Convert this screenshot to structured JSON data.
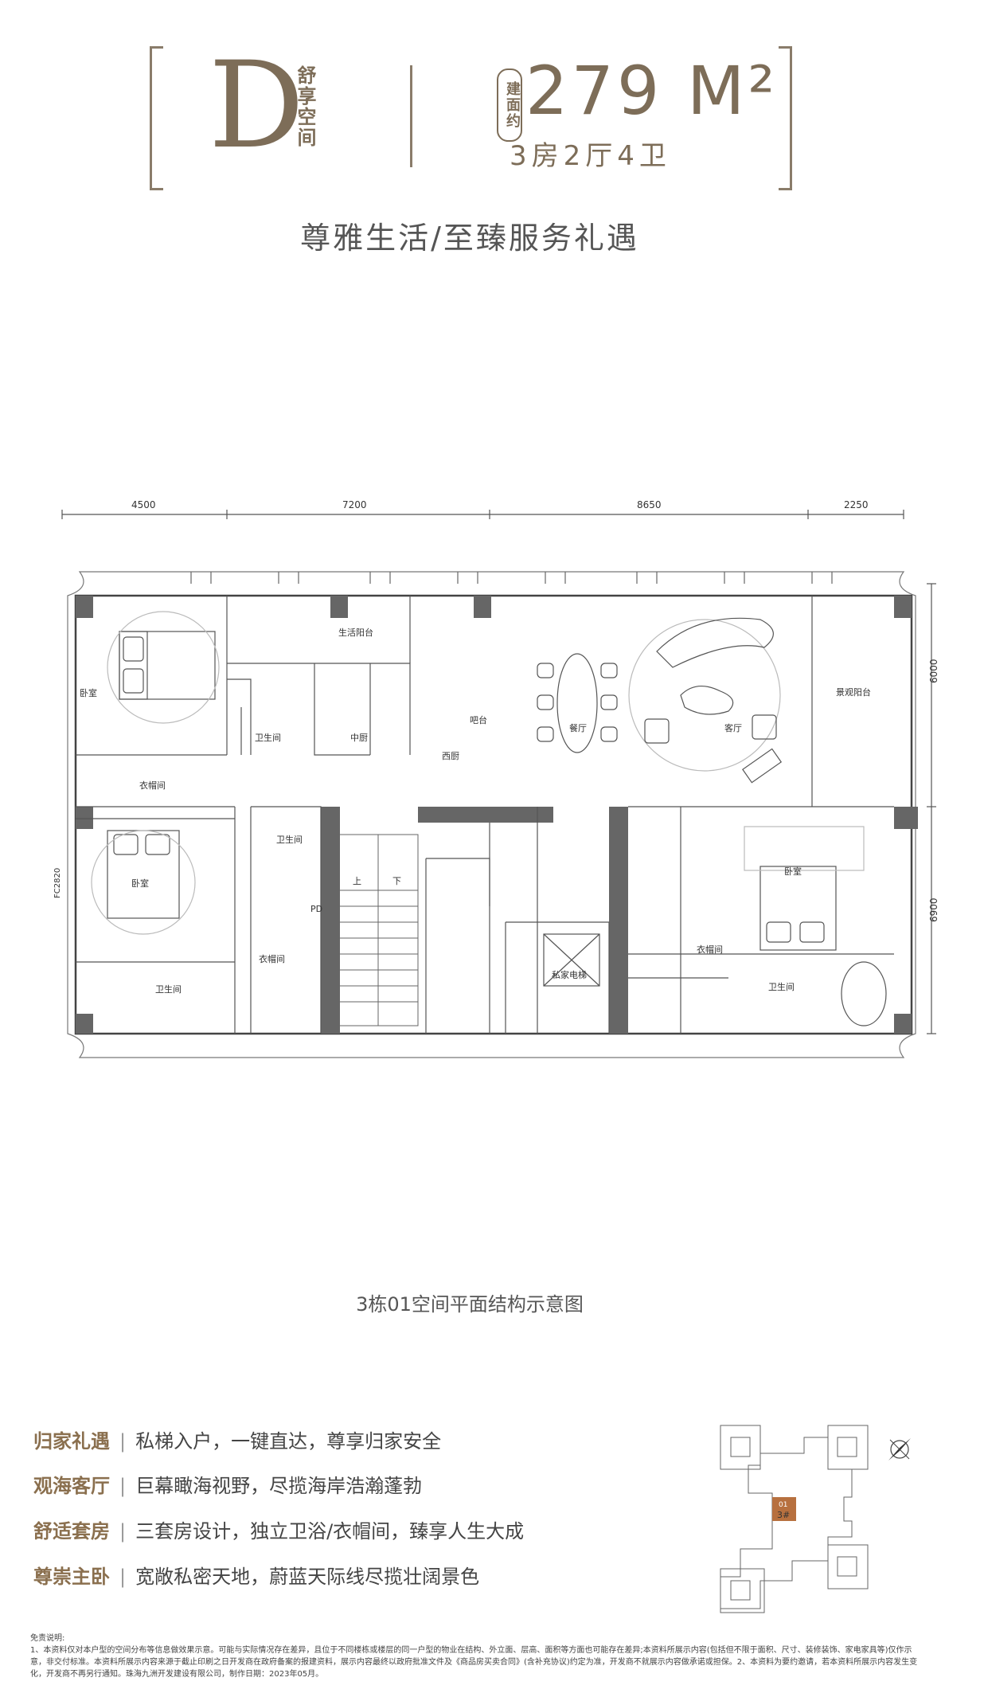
{
  "header": {
    "type_letter": "D",
    "subtitle_chars": "舒享空间",
    "area_label": "建面约",
    "area_value": "279 M²",
    "rooms": "3房2厅4卫",
    "accent_color": "#7d6d58"
  },
  "tagline": "尊雅生活/至臻服务礼遇",
  "dimensions": {
    "top": [
      "4500",
      "7200",
      "8650",
      "2250"
    ],
    "right": [
      "6000",
      "6900"
    ],
    "left_label": "FC2820"
  },
  "rooms": {
    "bedroom_nw": "卧室",
    "balcony_service": "生活阳台",
    "bath_1": "卫生间",
    "kitchen_mid": "中厨",
    "kitchen_west": "西厨",
    "bar": "吧台",
    "dining": "餐厅",
    "living": "客厅",
    "balcony_view": "景观阳台",
    "closet_1": "衣帽间",
    "bath_2": "卫生间",
    "bedroom_w": "卧室",
    "closet_2": "衣帽间",
    "bath_3": "卫生间",
    "stair_up": "上",
    "stair_down": "下",
    "elevator": "私家电梯",
    "bedroom_master": "卧室",
    "closet_master": "衣帽间",
    "bath_master": "卫生间",
    "pd": "PD"
  },
  "caption": "3栋01空间平面结构示意图",
  "features": [
    {
      "key": "归家礼遇",
      "value": "私梯入户，一键直达，尊享归家安全"
    },
    {
      "key": "观海客厅",
      "value": "巨幕瞰海视野，尽揽海岸浩瀚蓬勃"
    },
    {
      "key": "舒适套房",
      "value": "三套房设计，独立卫浴/衣帽间，臻享人生大成"
    },
    {
      "key": "尊崇主卧",
      "value": "宽敞私密天地，蔚蓝天际线尽揽壮阔景色"
    }
  ],
  "key_plan": {
    "unit": "01",
    "building": "3#",
    "highlight_color": "#b7703f"
  },
  "disclaimer": "免责说明:\n1、本资料仅对本户型的空间分布等信息做效果示意。可能与实际情况存在差异，且位于不同楼栋或楼层的同一户型的物业在结构、外立面、层高、面积等方面也可能存在差异;本资料所展示内容(包括但不限于面积、尺寸、装修装饰、家电家具等)仅作示意，非交付标准。本资料所展示内容来源于截止印刷之日开发商在政府备案的报建资料，展示内容最终以政府批准文件及《商品房买卖合同》(含补充协议)约定为准，开发商不就展示内容做承诺或担保。2、本资料为要约邀请，若本资料所展示内容发生变化，开发商不再另行通知。珠海九洲开发建设有限公司，制作日期：2023年05月。"
}
